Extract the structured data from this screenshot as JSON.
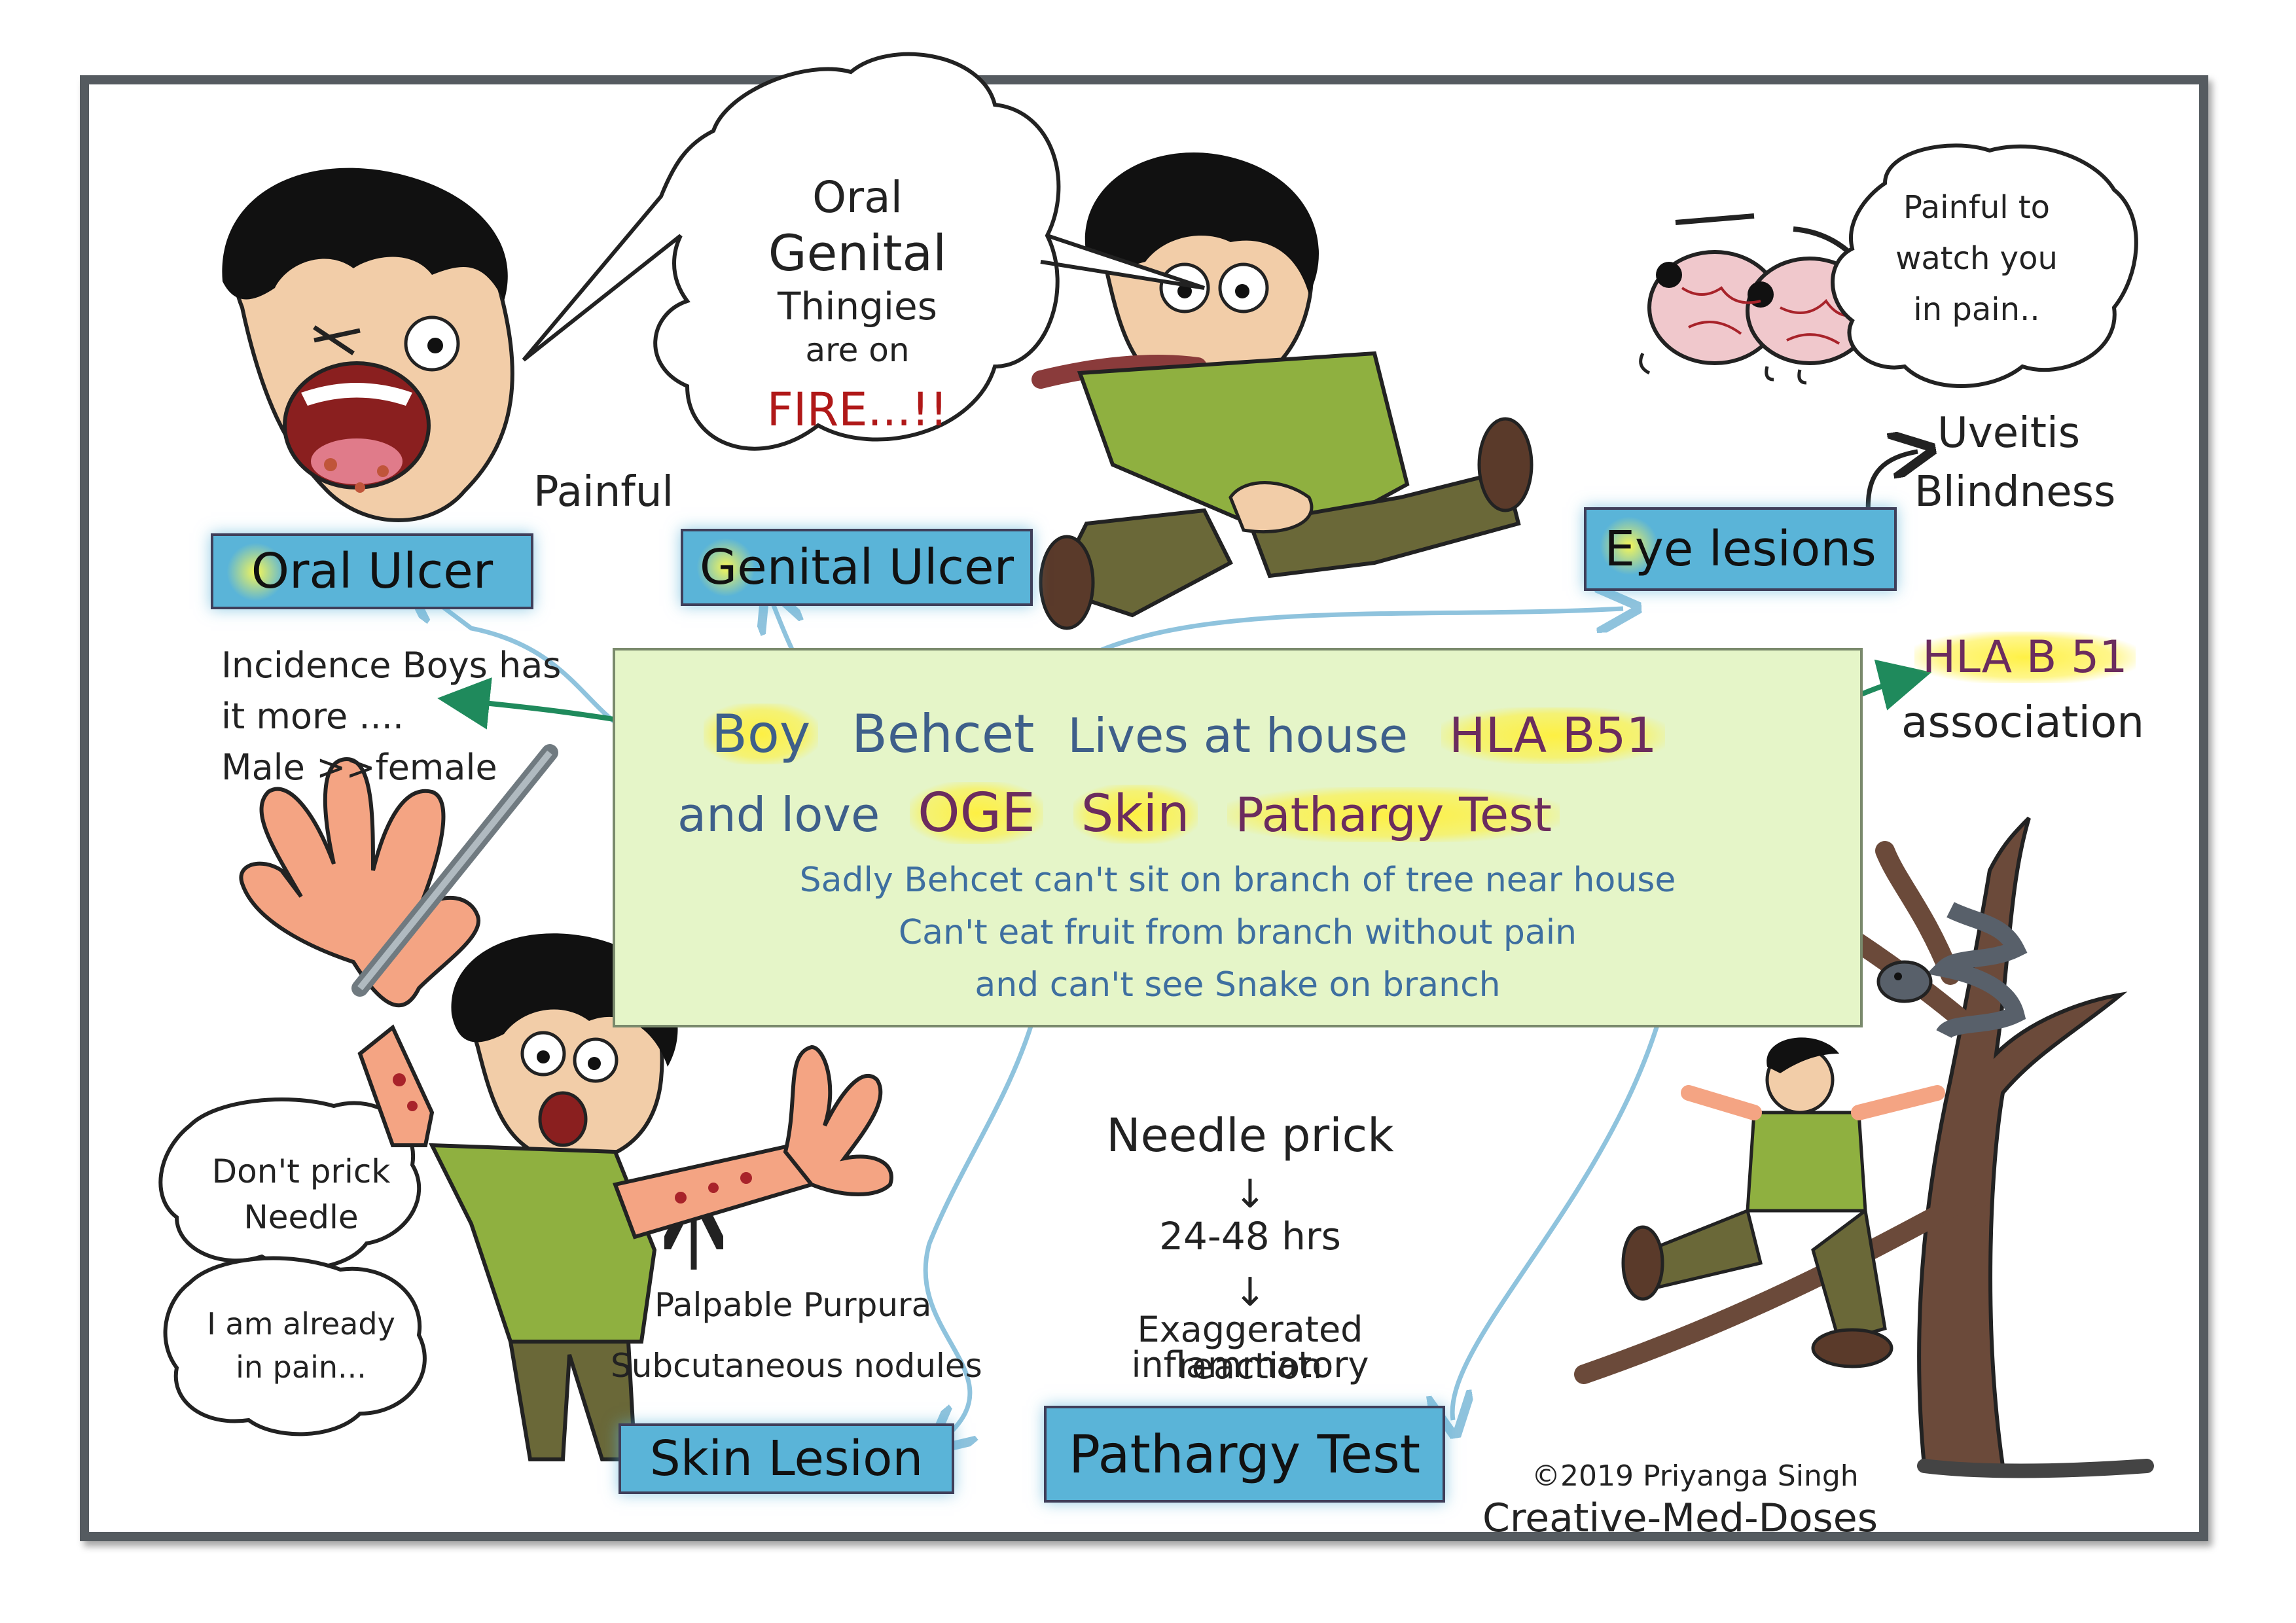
{
  "labels": {
    "oral_ulcer": "Oral Ulcer",
    "genital_ulcer": "Genital Ulcer",
    "eye_lesions": "Eye lesions",
    "skin_lesion": "Skin Lesion",
    "pathargy_test": "Pathargy Test"
  },
  "annotations": {
    "painful": "Painful",
    "uveitis": "Uveitis",
    "blindness": "Blindness",
    "hla_b51_line1": "HLA B 51",
    "hla_b51_line2": "association",
    "incidence_line1": "Incidence Boys has",
    "incidence_line2": "it more ....",
    "incidence_line3": "Male >>female",
    "palpable_purpura": "Palpable Purpura",
    "subcutaneous_nodules": "Subcutaneous nodules",
    "needle_prick": "Needle prick",
    "arrow_1": "↓",
    "hours": "24-48 hrs",
    "arrow_2": "↓",
    "exaggerated_line1": "Exaggerated inflammatory",
    "exaggerated_line2": "reaction"
  },
  "speech": {
    "oral": "Oral",
    "genital": "Genital",
    "thingies": "Thingies",
    "are_on": "are on",
    "fire": "FIRE...!!",
    "painful_watch_1": "Painful to",
    "painful_watch_2": "watch you",
    "painful_watch_3": "in pain..",
    "dont_prick_1": "Don't prick",
    "dont_prick_2": "Needle",
    "already_pain_1": "I am already",
    "already_pain_2": "in pain..."
  },
  "mnemonic": {
    "boy": "Boy",
    "behcet": "Behcet",
    "lives": "Lives at house",
    "hla": "HLA B51",
    "and_love": "and love",
    "oge": "OGE",
    "skin": "Skin",
    "pathargy": "Pathargy Test",
    "line3": "Sadly Behcet can't  sit on branch of tree near house",
    "line4": "Can't eat fruit from branch without pain",
    "line5": "and can't see Snake on branch"
  },
  "credits": {
    "copyright": "©2019 Priyanga Singh",
    "brand": "Creative-Med-Doses"
  },
  "colors": {
    "label_bg": "#5ab4d8",
    "mnemonic_bg": "#e5f5c8",
    "purple_text": "#6b2c5e",
    "blue_text": "#3e5f8a",
    "fire_red": "#b01818",
    "arrow_green": "#1f8a5c",
    "connector_blue": "#8fc3dd",
    "shirt_green": "#8fb040",
    "pants_olive": "#6a6838",
    "hair_black": "#111111"
  }
}
